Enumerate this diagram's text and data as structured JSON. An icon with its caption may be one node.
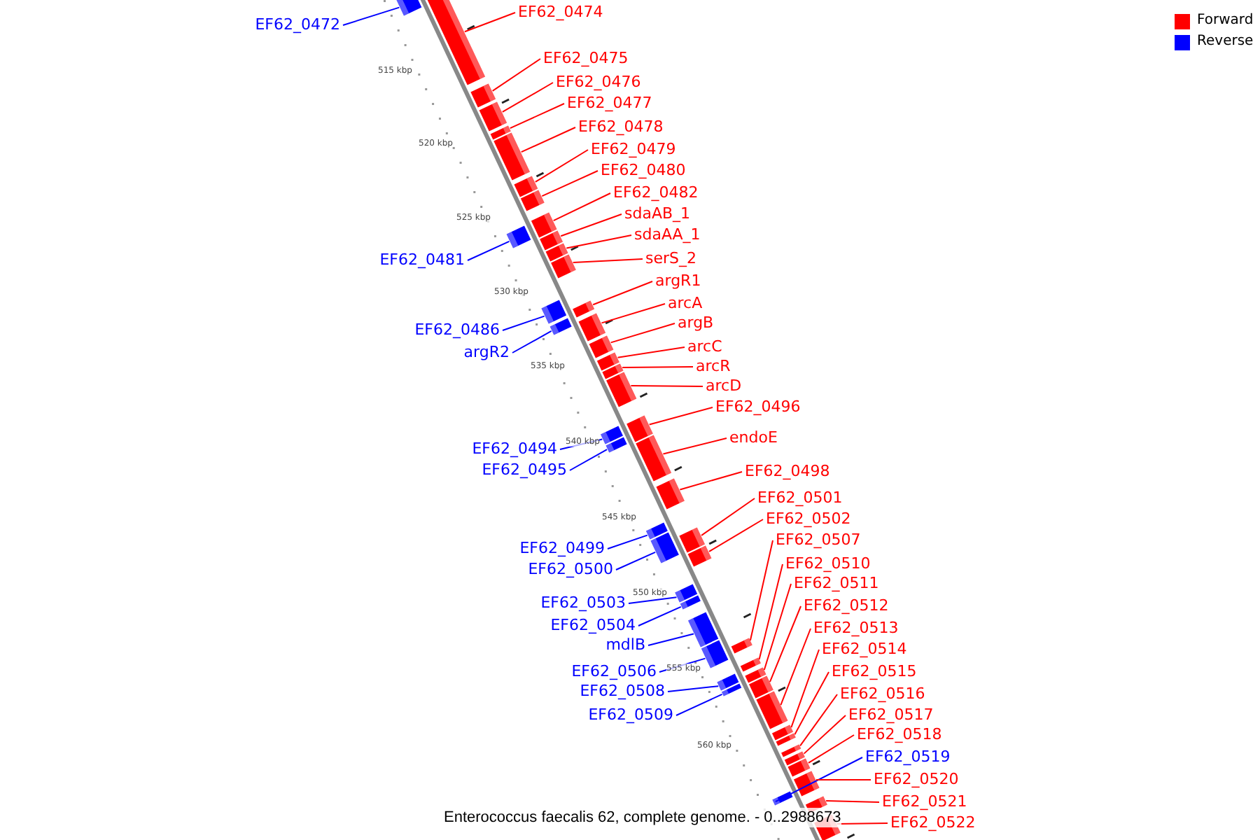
{
  "diagram": {
    "caption": "Enterococcus faecalis 62, complete genome. - 0..2988673",
    "nodes": [
      {
        "text": [
          "EF62_0474"
        ]
      },
      {
        "text": [
          "EF62_0472"
        ]
      },
      {
        "text": [
          "EF62_0475"
        ]
      },
      {
        "text": [
          "EF62_0476"
        ]
      },
      {
        "text": [
          "EF62_0477"
        ]
      },
      {
        "text": [
          "EF62_0478"
        ]
      },
      {
        "text": [
          "EF62_0479"
        ]
      },
      {
        "text": [
          "EF62_0480"
        ]
      },
      {
        "text": [
          "EF62_0482"
        ]
      },
      {
        "text": [
          "sdaAB_1"
        ]
      },
      {
        "text": [
          "sdaAA_1"
        ]
      },
      {
        "text": [
          "serS_2"
        ]
      },
      {
        "text": [
          "EF62_0481"
        ]
      },
      {
        "text": [
          "argR1"
        ]
      },
      {
        "text": [
          "arcA"
        ]
      },
      {
        "text": [
          "argB"
        ]
      },
      {
        "text": [
          "EF62_0486"
        ]
      },
      {
        "text": [
          "arcC"
        ]
      },
      {
        "text": [
          "argR2"
        ]
      },
      {
        "text": [
          "arcR"
        ]
      },
      {
        "text": [
          "arcD"
        ]
      },
      {
        "text": [
          "EF62_0496"
        ]
      },
      {
        "text": [
          "endoE"
        ]
      },
      {
        "text": [
          "EF62_0494"
        ]
      },
      {
        "text": [
          "EF62_0495"
        ]
      },
      {
        "text": [
          "EF62_0498"
        ]
      },
      {
        "text": [
          "EF62_0501"
        ]
      },
      {
        "text": [
          "EF62_0502"
        ]
      },
      {
        "text": [
          "EF62_0507"
        ]
      },
      {
        "text": [
          "EF62_0499"
        ]
      },
      {
        "text": [
          "EF62_0510"
        ]
      },
      {
        "text": [
          "EF62_0500"
        ]
      },
      {
        "text": [
          "EF62_0511"
        ]
      },
      {
        "text": [
          "EF62_0503"
        ]
      },
      {
        "text": [
          "EF62_0512"
        ]
      },
      {
        "text": [
          "EF62_0504"
        ]
      },
      {
        "text": [
          "EF62_0513"
        ]
      },
      {
        "text": [
          "mdlB"
        ]
      },
      {
        "text": [
          "EF62_0514"
        ]
      },
      {
        "text": [
          "EF62_0506"
        ]
      },
      {
        "text": [
          "EF62_0515"
        ]
      },
      {
        "text": [
          "EF62_0508"
        ]
      },
      {
        "text": [
          "EF62_0516"
        ]
      },
      {
        "text": [
          "EF62_0509"
        ]
      },
      {
        "text": [
          "EF62_0517"
        ]
      },
      {
        "text": [
          "EF62_0518"
        ]
      },
      {
        "text": [
          "EF62_0519"
        ]
      },
      {
        "text": [
          "EF62_0520"
        ]
      },
      {
        "text": [
          "EF62_0521"
        ]
      },
      {
        "text": [
          "EF62_0522"
        ]
      },
      {
        "text": [],
        "shape": "bar"
      },
      {
        "text": [],
        "shape": "bar"
      },
      {
        "text": [],
        "shape": "bar"
      },
      {
        "text": [],
        "shape": "bar"
      },
      {
        "text": [],
        "shape": "bar"
      },
      {
        "text": [],
        "shape": "bar"
      },
      {
        "text": [],
        "shape": "bar"
      },
      {
        "text": [],
        "shape": "bar"
      },
      {
        "text": [],
        "shape": "bar"
      },
      {
        "text": [],
        "shape": "bar"
      },
      {
        "text": [],
        "shape": "bar"
      },
      {
        "text": [],
        "shape": "bar"
      },
      {
        "text": [],
        "shape": "bar"
      },
      {
        "text": [],
        "shape": "bar"
      },
      {
        "text": [],
        "shape": "bar"
      },
      {
        "text": [],
        "shape": "bar"
      },
      {
        "text": [],
        "shape": "bar"
      },
      {
        "text": [],
        "shape": "bar"
      },
      {
        "text": [],
        "shape": "bar"
      },
      {
        "text": [],
        "shape": "bar"
      },
      {
        "text": [],
        "shape": "bar"
      },
      {
        "text": [],
        "shape": "bar"
      },
      {
        "text": [],
        "shape": "bar"
      },
      {
        "text": [],
        "shape": "bar"
      },
      {
        "text": [],
        "shape": "bar"
      },
      {
        "text": [],
        "shape": "bar"
      },
      {
        "text": [],
        "shape": "bar"
      },
      {
        "text": [],
        "shape": "bar"
      },
      {
        "text": [],
        "shape": "bar"
      },
      {
        "text": [],
        "shape": "bar"
      },
      {
        "text": [],
        "shape": "bar"
      },
      {
        "text": [],
        "shape": "bar"
      },
      {
        "text": [],
        "shape": "bar"
      },
      {
        "text": [],
        "shape": "bar"
      },
      {
        "text": [],
        "shape": "bar"
      },
      {
        "text": [],
        "shape": "bar"
      },
      {
        "text": [],
        "shape": "bar"
      },
      {
        "text": [],
        "shape": "bar"
      },
      {
        "text": [],
        "shape": "bar"
      },
      {
        "text": [],
        "shape": "bar"
      },
      {
        "text": [],
        "shape": "bar"
      },
      {
        "text": [],
        "shape": "bar"
      },
      {
        "text": [],
        "shape": "bar"
      },
      {
        "text": [],
        "shape": "bar"
      },
      {
        "text": [],
        "shape": "bar"
      },
      {
        "text": [],
        "shape": "bar"
      },
      {
        "text": [],
        "shape": "bar"
      },
      {
        "text": [],
        "shape": "bar"
      },
      {
        "text": [],
        "shape": "bar"
      },
      {
        "text": [],
        "shape": "bar"
      }
    ],
    "edges": [
      {
        "from": 0,
        "to": 50,
        "arrow": "none"
      },
      {
        "from": 1,
        "to": 51,
        "arrow": "none",
        "color": "#0000ff"
      },
      {
        "from": 2,
        "to": 52,
        "arrow": "none"
      },
      {
        "from": 3,
        "to": 53,
        "arrow": "none"
      },
      {
        "from": 4,
        "to": 54,
        "arrow": "none"
      },
      {
        "from": 5,
        "to": 55,
        "arrow": "none"
      },
      {
        "from": 6,
        "to": 56,
        "arrow": "none"
      },
      {
        "from": 7,
        "to": 57,
        "arrow": "none"
      },
      {
        "from": 8,
        "to": 58,
        "arrow": "none"
      },
      {
        "from": 9,
        "to": 59,
        "arrow": "none"
      },
      {
        "from": 10,
        "to": 60,
        "arrow": "none"
      },
      {
        "from": 11,
        "to": 61,
        "arrow": "none"
      },
      {
        "from": 12,
        "to": 62,
        "arrow": "none",
        "color": "#0000ff"
      },
      {
        "from": 13,
        "to": 63,
        "arrow": "none"
      },
      {
        "from": 14,
        "to": 64,
        "arrow": "none"
      },
      {
        "from": 15,
        "to": 65,
        "arrow": "none"
      },
      {
        "from": 16,
        "to": 66,
        "arrow": "none",
        "color": "#0000ff"
      },
      {
        "from": 17,
        "to": 67,
        "arrow": "none"
      },
      {
        "from": 18,
        "to": 68,
        "arrow": "none",
        "color": "#0000ff"
      },
      {
        "from": 19,
        "to": 69,
        "arrow": "none"
      },
      {
        "from": 20,
        "to": 70,
        "arrow": "none"
      },
      {
        "from": 21,
        "to": 71,
        "arrow": "none"
      },
      {
        "from": 22,
        "to": 72,
        "arrow": "none"
      },
      {
        "from": 23,
        "to": 73,
        "arrow": "none",
        "color": "#0000ff"
      },
      {
        "from": 24,
        "to": 74,
        "arrow": "none",
        "color": "#0000ff"
      },
      {
        "from": 25,
        "to": 75,
        "arrow": "none"
      },
      {
        "from": 26,
        "to": 76,
        "arrow": "none"
      },
      {
        "from": 27,
        "to": 77,
        "arrow": "none"
      },
      {
        "from": 28,
        "to": 78,
        "arrow": "none"
      },
      {
        "from": 29,
        "to": 79,
        "arrow": "none",
        "color": "#0000ff"
      },
      {
        "from": 30,
        "to": 80,
        "arrow": "none"
      },
      {
        "from": 31,
        "to": 81,
        "arrow": "none",
        "color": "#0000ff"
      },
      {
        "from": 32,
        "to": 82,
        "arrow": "none"
      },
      {
        "from": 33,
        "to": 83,
        "arrow": "none",
        "color": "#0000ff"
      },
      {
        "from": 34,
        "to": 84,
        "arrow": "none"
      },
      {
        "from": 35,
        "to": 85,
        "arrow": "none",
        "color": "#0000ff"
      },
      {
        "from": 36,
        "to": 86,
        "arrow": "none"
      },
      {
        "from": 37,
        "to": 87,
        "arrow": "none",
        "color": "#0000ff"
      },
      {
        "from": 38,
        "to": 88,
        "arrow": "none"
      },
      {
        "from": 39,
        "to": 89,
        "arrow": "none",
        "color": "#0000ff"
      },
      {
        "from": 40,
        "to": 90,
        "arrow": "none"
      },
      {
        "from": 41,
        "to": 91,
        "arrow": "none",
        "color": "#0000ff"
      },
      {
        "from": 42,
        "to": 92,
        "arrow": "none"
      },
      {
        "from": 43,
        "to": 93,
        "arrow": "none",
        "color": "#0000ff"
      },
      {
        "from": 44,
        "to": 94,
        "arrow": "none"
      },
      {
        "from": 45,
        "to": 95,
        "arrow": "none"
      },
      {
        "from": 46,
        "to": 96,
        "arrow": "none",
        "color": "#0000ff"
      },
      {
        "from": 47,
        "to": 97,
        "arrow": "none"
      },
      {
        "from": 48,
        "to": 98,
        "arrow": "none"
      },
      {
        "from": 49,
        "to": 99,
        "arrow": "none"
      }
    ],
    "labels": [
      "515 kbp",
      "520 kbp",
      "525 kbp",
      "530 kbp",
      "535 kbp",
      "540 kbp",
      "545 kbp",
      "550 kbp",
      "555 kbp",
      "560 kbp"
    ],
    "legend": [
      {
        "text": "Forward",
        "color": "#ff0000"
      },
      {
        "text": "Reverse",
        "color": "#0000ff"
      }
    ]
  }
}
